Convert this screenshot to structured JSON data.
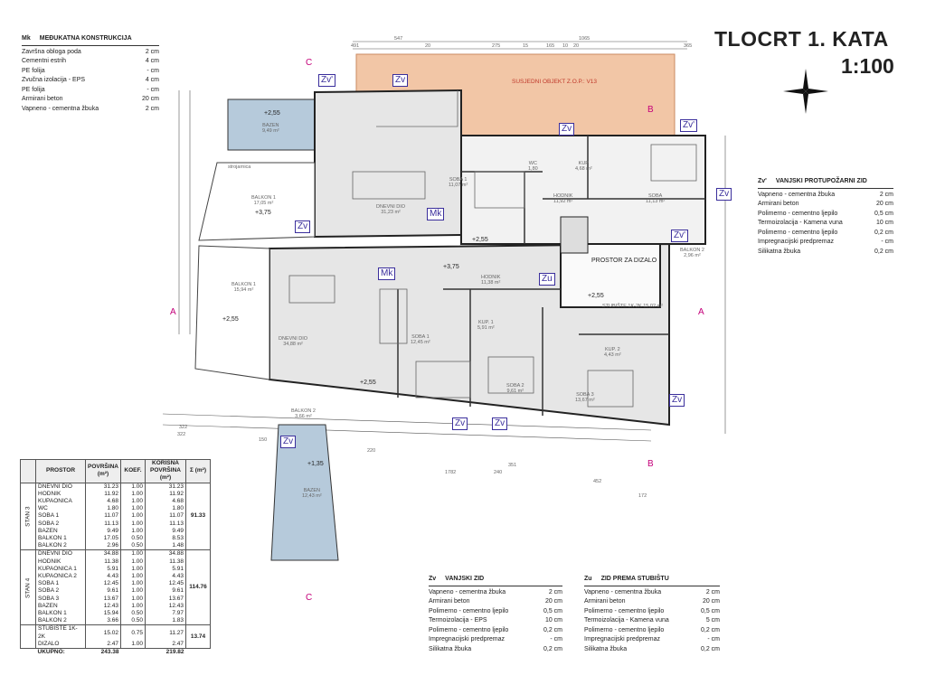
{
  "title": {
    "line1": "TLOCRT 1. KATA",
    "line2": "1:100"
  },
  "mk_table": {
    "code": "Mk",
    "name": "MEĐUKATNA KONSTRUKCIJA",
    "rows": [
      [
        "Završna obloga poda",
        "2 cm"
      ],
      [
        "Cementni estrih",
        "4 cm"
      ],
      [
        "PE folija",
        "- cm"
      ],
      [
        "Zvučna izolacija - EPS",
        "4 cm"
      ],
      [
        "PE folija",
        "- cm"
      ],
      [
        "Armirani beton",
        "20 cm"
      ],
      [
        "Vapneno - cementna žbuka",
        "2 cm"
      ]
    ]
  },
  "zv_fire_table": {
    "code": "Zv'",
    "name": "VANJSKI PROTUPOŽARNI ZID",
    "rows": [
      [
        "Vapneno - cementna žbuka",
        "2 cm"
      ],
      [
        "Armirani beton",
        "20 cm"
      ],
      [
        "Polimerno - cementno ljepilo",
        "0,5 cm"
      ],
      [
        "Termoizolacija - Kamena vuna",
        "10 cm"
      ],
      [
        "Polimerno - cementno ljepilo",
        "0,2 cm"
      ],
      [
        "Impregnacijski predpremaz",
        "- cm"
      ],
      [
        "Silikatna žbuka",
        "0,2 cm"
      ]
    ]
  },
  "zv_table": {
    "code": "Zv",
    "name": "VANJSKI ZID",
    "rows": [
      [
        "Vapneno - cementna žbuka",
        "2 cm"
      ],
      [
        "Armirani beton",
        "20 cm"
      ],
      [
        "Polimerno - cementno ljepilo",
        "0,5 cm"
      ],
      [
        "Termoizolacija - EPS",
        "10 cm"
      ],
      [
        "Polimerno - cementno ljepilo",
        "0,2 cm"
      ],
      [
        "Impregnacijski predpremaz",
        "- cm"
      ],
      [
        "Silikatna žbuka",
        "0,2 cm"
      ]
    ]
  },
  "zu_table": {
    "code": "Zu",
    "name": "ZID PREMA STUBIŠTU",
    "rows": [
      [
        "Vapneno - cementna žbuka",
        "2 cm"
      ],
      [
        "Armirani beton",
        "20 cm"
      ],
      [
        "Polimerno - cementno ljepilo",
        "0,5 cm"
      ],
      [
        "Termoizolacija - Kamena vuna",
        "5 cm"
      ],
      [
        "Polimerno - cementno ljepilo",
        "0,2 cm"
      ],
      [
        "Impregnacijski predpremaz",
        "- cm"
      ],
      [
        "Silikatna žbuka",
        "0,2 cm"
      ]
    ]
  },
  "area_table": {
    "headers": [
      "PROSTOR",
      "POVRŠINA (m²)",
      "KOEF.",
      "KORISNA POVRŠINA (m²)",
      "Σ (m²)"
    ],
    "groups": [
      {
        "name": "STAN 3",
        "sum": "91.33",
        "rows": [
          [
            "DNEVNI DIO",
            "31.23",
            "1.00",
            "31.23"
          ],
          [
            "HODNIK",
            "11.92",
            "1.00",
            "11.92"
          ],
          [
            "KUPAONICA",
            "4.68",
            "1.00",
            "4.68"
          ],
          [
            "WC",
            "1.80",
            "1.00",
            "1.80"
          ],
          [
            "SOBA 1",
            "11.07",
            "1.00",
            "11.07"
          ],
          [
            "SOBA 2",
            "11.13",
            "1.00",
            "11.13"
          ],
          [
            "BAZEN",
            "9.49",
            "1.00",
            "9.49"
          ],
          [
            "BALKON 1",
            "17.05",
            "0.50",
            "8.53"
          ],
          [
            "BALKON 2",
            "2.96",
            "0.50",
            "1.48"
          ]
        ]
      },
      {
        "name": "STAN 4",
        "sum": "114.76",
        "rows": [
          [
            "DNEVNI DIO",
            "34.88",
            "1.00",
            "34.88"
          ],
          [
            "HODNIK",
            "11.38",
            "1.00",
            "11.38"
          ],
          [
            "KUPAONICA 1",
            "5.91",
            "1.00",
            "5.91"
          ],
          [
            "KUPAONICA 2",
            "4.43",
            "1.00",
            "4.43"
          ],
          [
            "SOBA 1",
            "12.45",
            "1.00",
            "12.45"
          ],
          [
            "SOBA 2",
            "9.61",
            "1.00",
            "9.61"
          ],
          [
            "SOBA 3",
            "13.67",
            "1.00",
            "13.67"
          ],
          [
            "BAZEN",
            "12.43",
            "1.00",
            "12.43"
          ],
          [
            "BALKON 1",
            "15.94",
            "0.50",
            "7.97"
          ],
          [
            "BALKON 2",
            "3.66",
            "0.50",
            "1.83"
          ]
        ]
      },
      {
        "name": "",
        "sum": "13.74",
        "rows": [
          [
            "STUBIŠTE 1K-2K",
            "15.02",
            "0.75",
            "11.27"
          ],
          [
            "DIZALO",
            "2.47",
            "1.00",
            "2.47"
          ]
        ]
      }
    ],
    "total": {
      "label": "UKUPNO:",
      "area": "243.38",
      "useful": "219.82"
    }
  },
  "plan": {
    "neighbor": "SUSJEDNI OBJEKT\nZ.O.P.: V13",
    "prostor": "PROSTOR\nZA DIZALO",
    "stubiste": "STUBIŠTE 1K-2K\n15,02 m²",
    "rooms": [
      {
        "label": "BAZEN\n9,49 m²"
      },
      {
        "label": "BALKON 1\n17,05 m²"
      },
      {
        "label": "DNEVNI DIO\n31,23 m²"
      },
      {
        "label": "SOBA 1\n11,07 m²"
      },
      {
        "label": "WC\n1,80"
      },
      {
        "label": "KUP\n4,68 m²"
      },
      {
        "label": "HODNIK\n11,92 m²"
      },
      {
        "label": "SOBA\n11,13 m²"
      },
      {
        "label": "BALKON 2\n2,96 m²"
      },
      {
        "label": "BALKON 1\n15,94 m²"
      },
      {
        "label": "DNEVNI DIO\n34,88 m²"
      },
      {
        "label": "HODNIK\n11,38 m²"
      },
      {
        "label": "KUP. 1\n5,91 m²"
      },
      {
        "label": "KUP. 2\n4,43 m²"
      },
      {
        "label": "SOBA 1\n12,45 m²"
      },
      {
        "label": "SOBA 2\n9,61 m²"
      },
      {
        "label": "SOBA 3\n13,67 m²"
      },
      {
        "label": "BALKON 2\n3,66 m²"
      },
      {
        "label": "BAZEN\n12,43 m²"
      }
    ],
    "levels": [
      "+2,55",
      "+3,75",
      "+2,55",
      "+3,75",
      "+2,55",
      "+2,55",
      "+2,55",
      "+1,35"
    ],
    "tags": [
      "Zv'",
      "Zv",
      "Zv",
      "Zv'",
      "Zv",
      "Zv",
      "Mk",
      "Mk",
      "Zu",
      "Zv'",
      "Zv",
      "Zv",
      "Zv",
      "Zv"
    ],
    "sections": [
      "C",
      "C",
      "B",
      "B",
      "A",
      "A"
    ],
    "top_dims": [
      "547",
      "1065",
      "491",
      "20",
      "275",
      "15",
      "165",
      "10",
      "20",
      "365"
    ],
    "bottom_dims": [
      "322",
      "322",
      "150",
      "220",
      "240",
      "1782",
      "351",
      "452",
      "172"
    ],
    "misc": [
      "strojarnica"
    ]
  }
}
